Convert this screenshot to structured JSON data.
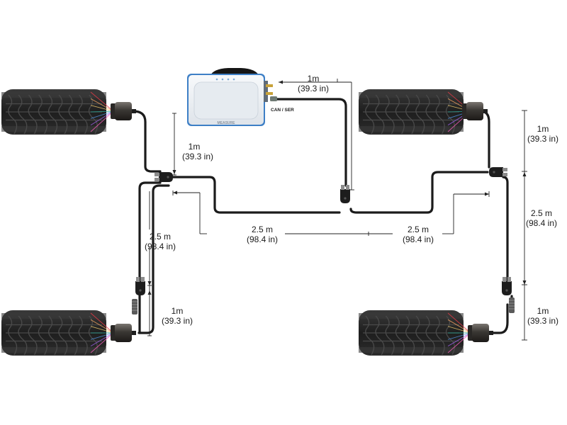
{
  "device": {
    "port_label": "CAN / SER",
    "brand_label": "MEASURE",
    "indicator_dots": 4
  },
  "dimensions": {
    "top_device": {
      "value": "1m",
      "imperial": "(39.3 in)"
    },
    "left_upper": {
      "value": "1m",
      "imperial": "(39.3 in)"
    },
    "left_lower": {
      "value": "1m",
      "imperial": "(39.3 in)"
    },
    "left_vertical": {
      "value": "2.5 m",
      "imperial": "(98.4 in)"
    },
    "center_left": {
      "value": "2.5 m",
      "imperial": "(98.4 in)"
    },
    "center_right": {
      "value": "2.5 m",
      "imperial": "(98.4 in)"
    },
    "right_upper": {
      "value": "1m",
      "imperial": "(39.3 in)"
    },
    "right_vertical": {
      "value": "2.5 m",
      "imperial": "(98.4 in)"
    },
    "right_lower": {
      "value": "1m",
      "imperial": "(39.3 in)"
    }
  },
  "colors": {
    "cable": "#1b1b1b",
    "device_body": "#eef1f5",
    "device_frame": "#3d7fc6",
    "tire": "#222222",
    "sensor_beams": [
      "#e63946",
      "#f4a261",
      "#e9c46a",
      "#2a9d8f",
      "#4c8eda",
      "#9b5de5",
      "#f15bb5"
    ]
  },
  "icons": {
    "tire": "tire-icon",
    "sensor": "ir-sensor-icon",
    "splitter": "y-splitter-icon",
    "connector": "cable-connector-icon"
  }
}
